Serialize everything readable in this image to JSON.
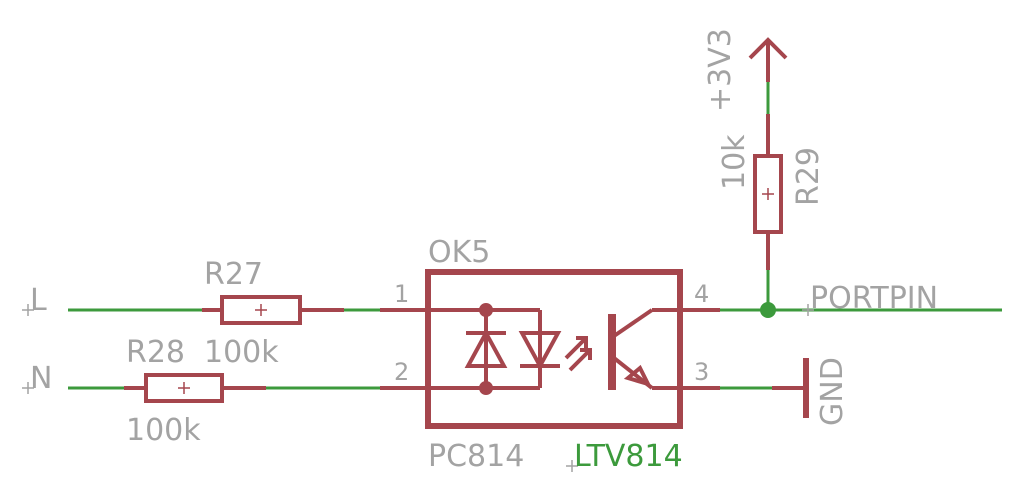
{
  "nets": {
    "left_top": "L",
    "left_bottom": "N",
    "output": "PORTPIN",
    "supply": "+3V3",
    "ground": "GND"
  },
  "resistors": {
    "r27": {
      "ref": "R27",
      "value": "100k"
    },
    "r28": {
      "ref": "R28",
      "value": "100k"
    },
    "r29": {
      "ref": "R29",
      "value": "10k"
    }
  },
  "optocoupler": {
    "ref": "OK5",
    "part": "PC814",
    "alt_part": "LTV814",
    "pins": {
      "p1": "1",
      "p2": "2",
      "p3": "3",
      "p4": "4"
    }
  },
  "colors": {
    "wire": "#3c9a3c",
    "component": "#a5464d",
    "label": "#a3a3a3"
  }
}
